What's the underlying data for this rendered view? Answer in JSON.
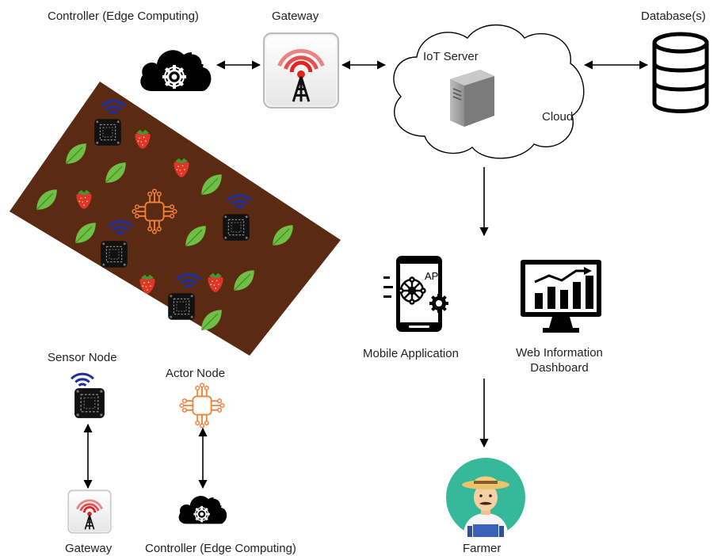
{
  "labels": {
    "controller_top": "Controller (Edge Computing)",
    "gateway_top": "Gateway",
    "iot_server": "IoT Server",
    "cloud": "Cloud",
    "database": "Database(s)",
    "mobile_app": "Mobile Application",
    "web_dashboard_line1": "Web Information",
    "web_dashboard_line2": "Dashboard",
    "farmer": "Farmer",
    "sensor_node": "Sensor Node",
    "actor_node": "Actor Node",
    "gateway_bottom": "Gateway",
    "controller_bottom": "Controller (Edge Computing)",
    "api": "API"
  },
  "colors": {
    "field": "#5a2a12",
    "leaf": "#6fbe45",
    "strawberry": "#e0352b",
    "signal_blue": "#1c2f9c",
    "actor_orange": "#f0823c",
    "gateway_red": "#e02424",
    "farmer_bg": "#35b99a"
  },
  "icons": [
    "cloud-gear-icon",
    "gateway-antenna-icon",
    "server-icon",
    "database-icon",
    "smartphone-api-icon",
    "monitor-chart-icon",
    "farmer-avatar-icon",
    "sensor-chip-icon",
    "actor-chip-icon",
    "leaf-icon",
    "strawberry-icon"
  ]
}
